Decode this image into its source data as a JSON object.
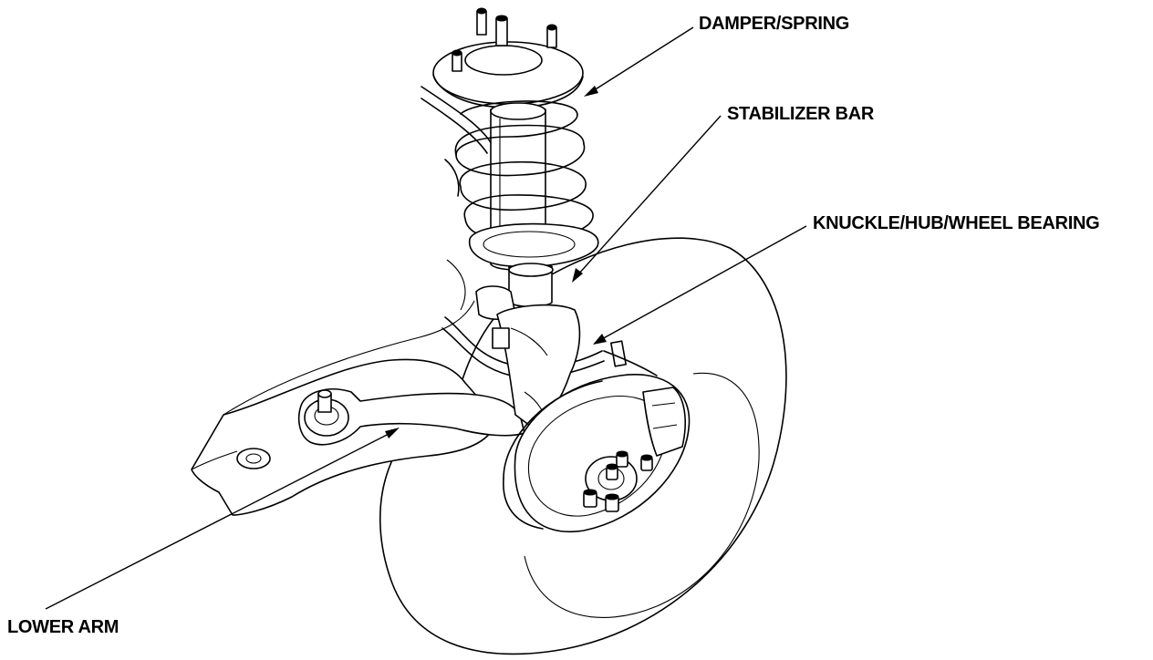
{
  "labels": {
    "damper_spring": "DAMPER/SPRING",
    "stabilizer_bar": "STABILIZER BAR",
    "knuckle_hub_bearing": "KNUCKLE/HUB/WHEEL BEARING",
    "lower_arm": "LOWER ARM"
  },
  "style": {
    "ink_color": "#000000",
    "background_color": "#ffffff"
  }
}
